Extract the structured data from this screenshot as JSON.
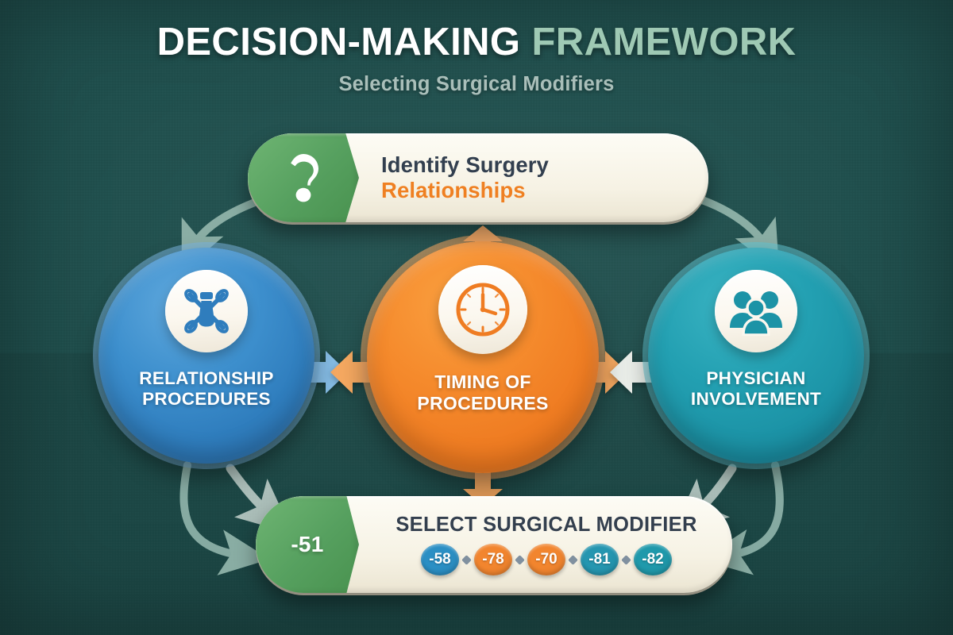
{
  "header": {
    "title_main": "DECISION-MAKING",
    "title_accent": "FRAMEWORK",
    "subtitle": "Selecting Surgical Modifiers"
  },
  "colors": {
    "background": "#1d4e4c",
    "title_accent": "#9fc9b4",
    "subtitle": "#aabfba",
    "pill_surface": "#f7f3e6",
    "green_cap": "#56a05f",
    "orange": "#ef7c22",
    "blue": "#2f7dbd",
    "teal": "#1c93a6",
    "dark_navy_text": "#333f4e",
    "connector_sage": "#8fb3aa"
  },
  "top_step": {
    "icon": "lightbulb-question-icon",
    "line1": "Identify Surgery",
    "line2": "Relationships"
  },
  "nodes": [
    {
      "id": "relationship-procedures",
      "icon": "crossed-surgical-instruments-icon",
      "line1": "RELATIONSHIP",
      "line2": "PROCEDURES",
      "color": "#2f7dbd"
    },
    {
      "id": "timing-of-procedures",
      "icon": "clock-icon",
      "line1": "TIMING OF",
      "line2": "PROCEDURES",
      "color": "#ef7c22"
    },
    {
      "id": "physician-involvement",
      "icon": "people-group-icon",
      "line1": "PHYSICIAN",
      "line2": "INVOLVEMENT",
      "color": "#1c93a6"
    }
  ],
  "bottom_step": {
    "cap_code": "-51",
    "title": "SELECT SURGICAL MODIFIER",
    "modifiers": [
      {
        "code": "-58",
        "color": "#2b8fc4"
      },
      {
        "code": "-78",
        "color": "#f2852e"
      },
      {
        "code": "-70",
        "color": "#f2852e"
      },
      {
        "code": "-81",
        "color": "#2596b0"
      },
      {
        "code": "-82",
        "color": "#1f99ab"
      }
    ]
  }
}
